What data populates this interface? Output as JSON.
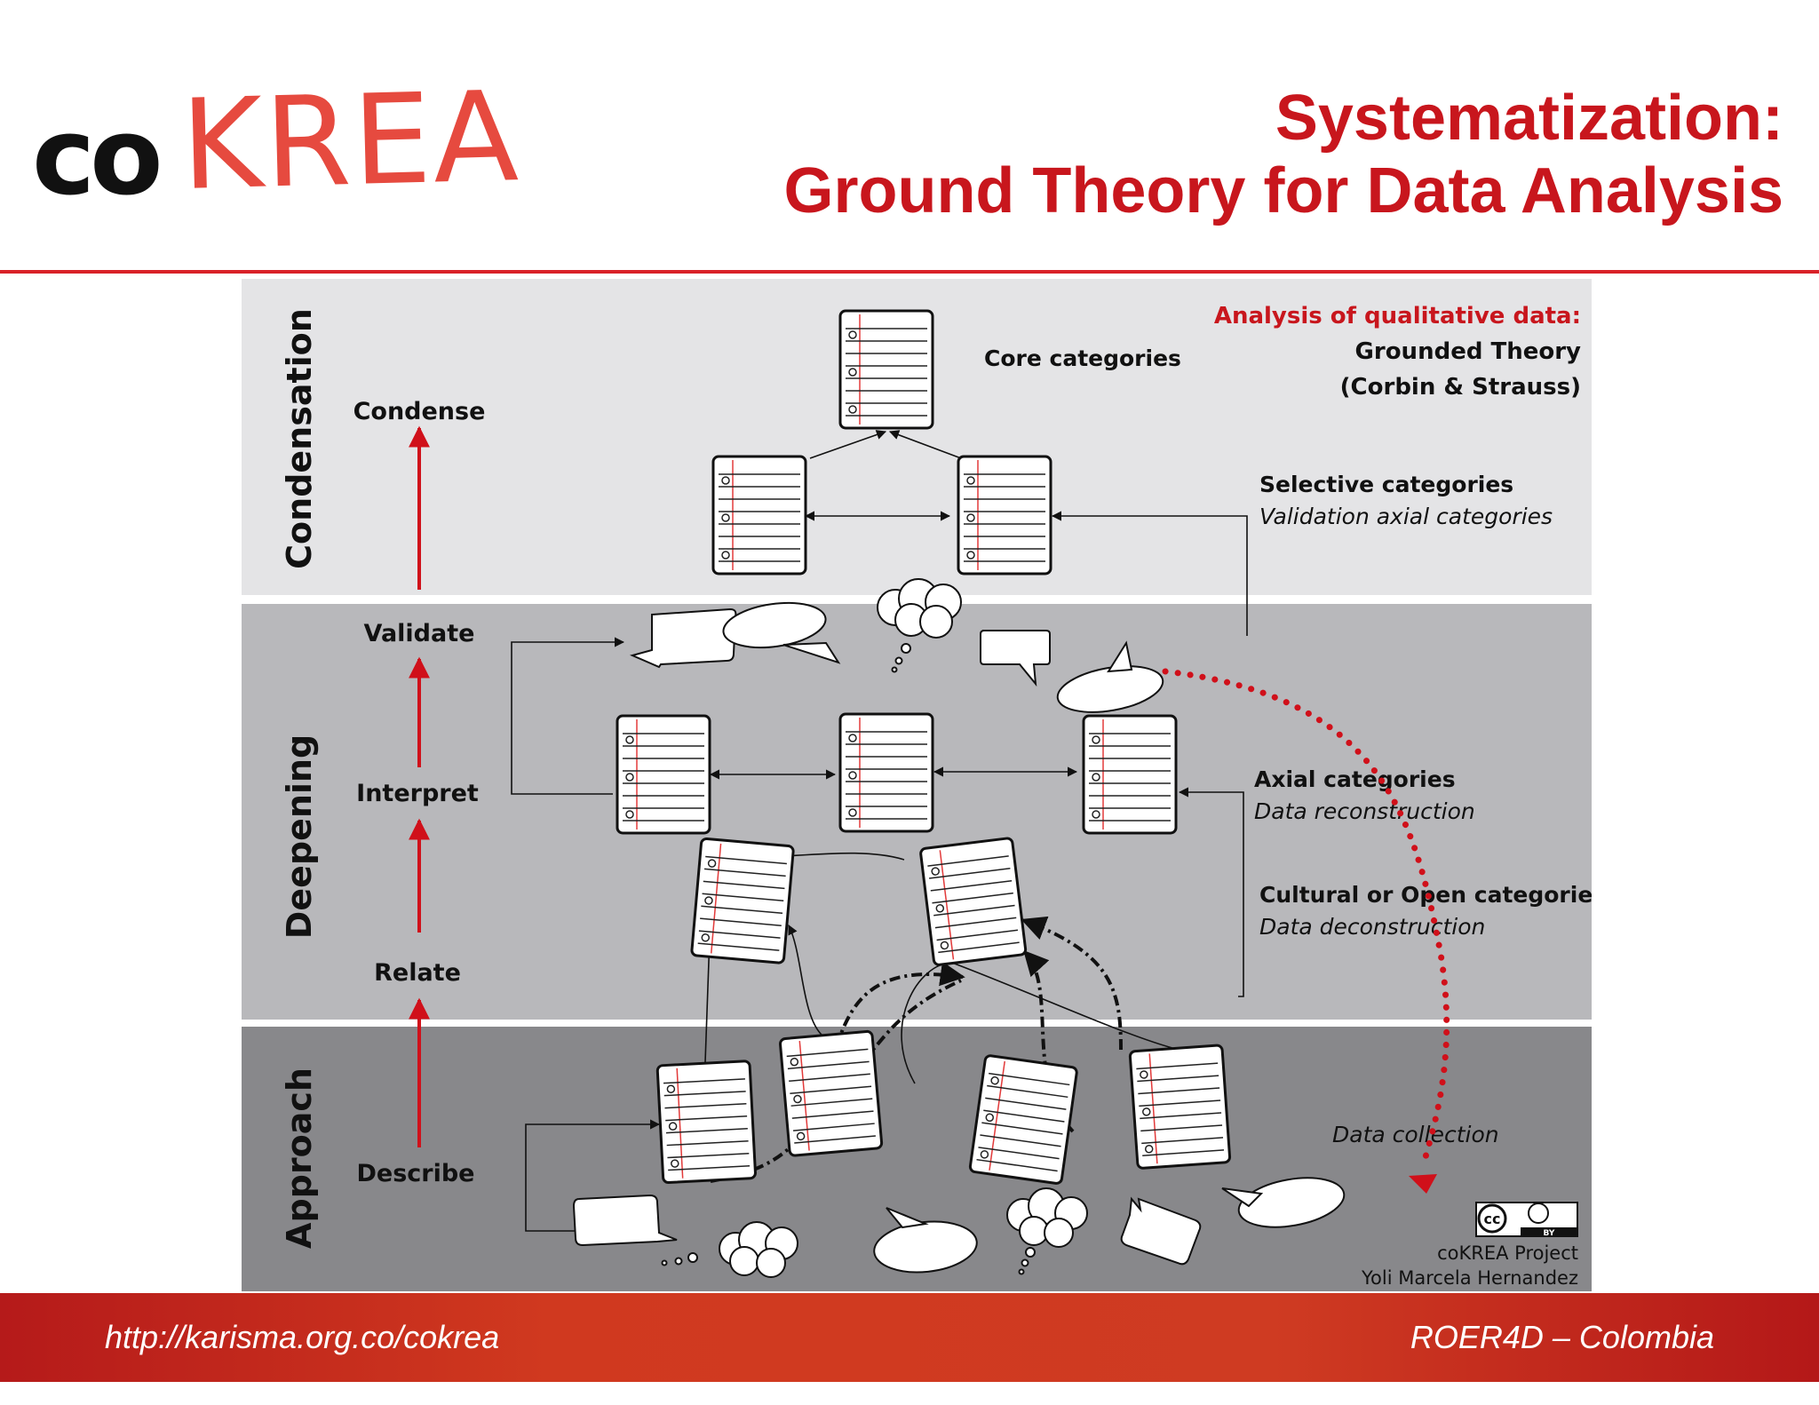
{
  "logo": {
    "part1": "co",
    "part2": "KREA"
  },
  "title": {
    "line1": "Systematization:",
    "line2": "Ground Theory for Data Analysis"
  },
  "bands": {
    "top": "Condensation",
    "middle": "Deepening",
    "bottom": "Approach"
  },
  "steps": {
    "condense": "Condense",
    "validate": "Validate",
    "interpret": "Interpret",
    "relate": "Relate",
    "describe": "Describe"
  },
  "annotations": {
    "analysis_heading": "Analysis of qualitative data:",
    "analysis_line2": "Grounded Theory",
    "analysis_line3": "(Corbin & Strauss)",
    "core": "Core categories",
    "selective": "Selective categories",
    "selective_sub": "Validation axial categories",
    "axial": "Axial categories",
    "axial_sub": "Data reconstruction",
    "open": "Cultural or Open categories",
    "open_sub": "Data deconstruction",
    "collection": "Data collection"
  },
  "credit": {
    "badge_left": "cc",
    "badge_by": "BY",
    "line1": "coKREA Project",
    "line2": "Yoli Marcela Hernandez"
  },
  "footer": {
    "url": "http://karisma.org.co/cokrea",
    "region": "ROER4D – Colombia"
  },
  "colors": {
    "accent": "#c8161d",
    "band_top": "#e4e4e6",
    "band_mid": "#b8b8bb",
    "band_bottom": "#88888b"
  }
}
